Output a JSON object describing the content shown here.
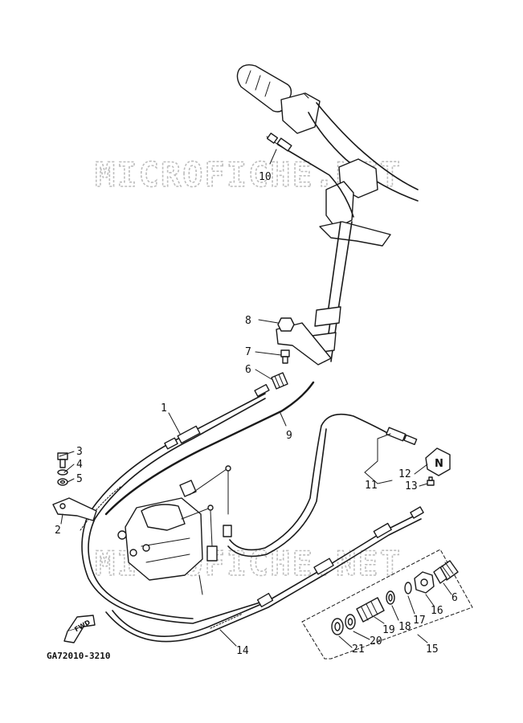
{
  "watermark": {
    "top": "MICROFICHE.NET",
    "bottom": "MICROFICHE.NET"
  },
  "diagram_code": "GA72010-3210",
  "fwd_label": "FWD",
  "knob_label": "N",
  "callouts": [
    {
      "id": "1",
      "text": "1"
    },
    {
      "id": "2",
      "text": "2"
    },
    {
      "id": "3",
      "text": "3"
    },
    {
      "id": "4",
      "text": "4"
    },
    {
      "id": "5",
      "text": "5"
    },
    {
      "id": "6a",
      "text": "6"
    },
    {
      "id": "6b",
      "text": "6"
    },
    {
      "id": "7",
      "text": "7"
    },
    {
      "id": "8",
      "text": "8"
    },
    {
      "id": "9",
      "text": "9"
    },
    {
      "id": "10",
      "text": "10"
    },
    {
      "id": "11",
      "text": "11"
    },
    {
      "id": "12",
      "text": "12"
    },
    {
      "id": "13",
      "text": "13"
    },
    {
      "id": "14",
      "text": "14"
    },
    {
      "id": "15",
      "text": "15"
    },
    {
      "id": "16",
      "text": "16"
    },
    {
      "id": "17",
      "text": "17"
    },
    {
      "id": "18",
      "text": "18"
    },
    {
      "id": "19",
      "text": "19"
    },
    {
      "id": "20",
      "text": "20"
    },
    {
      "id": "21",
      "text": "21"
    }
  ]
}
